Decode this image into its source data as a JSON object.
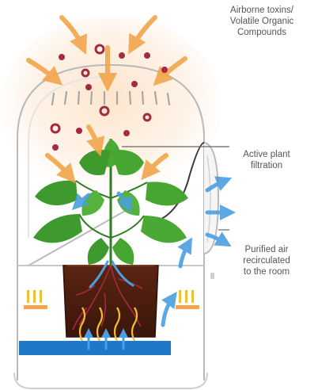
{
  "labels": {
    "toxins": [
      "Airborne toxins/",
      "Volatile Organic",
      "Compounds"
    ],
    "filtration": [
      "Active plant",
      "filtration"
    ],
    "purified": [
      "Purified air",
      "recirculated",
      "to the room"
    ]
  },
  "colors": {
    "air_orange": "#f2a54a",
    "air_blue": "#4a9fe0",
    "toxin_red": "#a62a3e",
    "leaf_green": "#3f9a2e",
    "soil_dark": "#4a1f10",
    "water_blue": "#1f78c8",
    "heater_yellow": "#f2c02e"
  }
}
